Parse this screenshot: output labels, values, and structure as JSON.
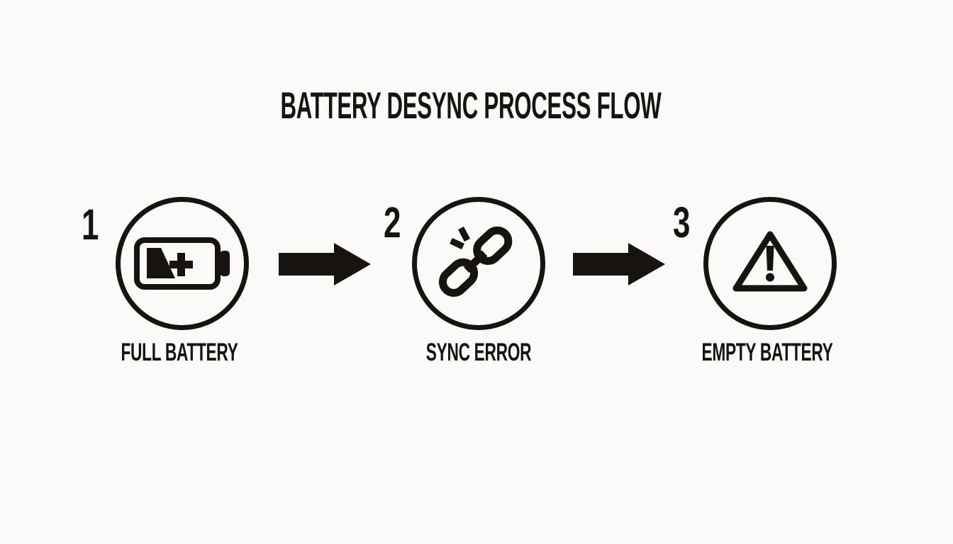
{
  "title": "BATTERY DESYNC PROCESS FLOW",
  "colors": {
    "background": "#fbfaf8",
    "ink": "#17130e"
  },
  "steps": [
    {
      "number": "1",
      "label": "FULL BATTERY",
      "icon": "full-battery-icon"
    },
    {
      "number": "2",
      "label": "SYNC ERROR",
      "icon": "broken-link-icon"
    },
    {
      "number": "3",
      "label": "EMPTY BATTERY",
      "icon": "warning-triangle-icon"
    }
  ],
  "connectors": [
    {
      "icon": "arrow-right-icon"
    },
    {
      "icon": "arrow-right-icon"
    }
  ]
}
